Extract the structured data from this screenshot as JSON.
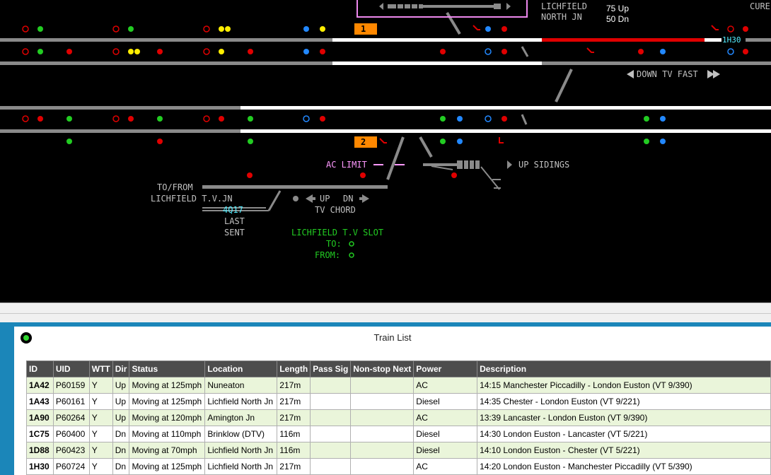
{
  "diagram": {
    "junction_name": [
      "LICHFIELD",
      "NORTH JN"
    ],
    "counts": [
      "75 Up",
      "50 Dn"
    ],
    "edge_label": "CURE",
    "berth_1h30": "1H30",
    "platform_1": "1",
    "platform_2": "2",
    "down_tv_fast": "DOWN TV FAST",
    "ac_limit": "AC LIMIT",
    "up_sidings": "UP SIDINGS",
    "to_from": "TO/FROM",
    "lichfield_tvjn": "LICHFIELD T.V.JN",
    "berth_4q17": "4Q17",
    "last": "LAST",
    "sent": "SENT",
    "up_label": "UP",
    "dn_label": "DN",
    "tv_chord": "TV CHORD",
    "slot_title": "LICHFIELD T.V SLOT",
    "slot_to": "TO:",
    "slot_from": "FROM:"
  },
  "train_list": {
    "title": "Train List",
    "columns": [
      "ID",
      "UID",
      "WTT",
      "Dir",
      "Status",
      "Location",
      "Length",
      "Pass Sig",
      "Non-stop Next",
      "Power",
      "Description"
    ],
    "rows": [
      [
        "1A42",
        "P60159",
        "Y",
        "Up",
        "Moving at 125mph",
        "Nuneaton",
        "217m",
        "",
        "",
        "AC",
        "14:15 Manchester Piccadilly - London Euston (VT 9/390)"
      ],
      [
        "1A43",
        "P60161",
        "Y",
        "Up",
        "Moving at 125mph",
        "Lichfield North Jn",
        "217m",
        "",
        "",
        "Diesel",
        "14:35 Chester - London Euston (VT 9/221)"
      ],
      [
        "1A90",
        "P60264",
        "Y",
        "Up",
        "Moving at 120mph",
        "Amington Jn",
        "217m",
        "",
        "",
        "AC",
        "13:39 Lancaster - London Euston (VT 9/390)"
      ],
      [
        "1C75",
        "P60400",
        "Y",
        "Dn",
        "Moving at 110mph",
        "Brinklow (DTV)",
        "116m",
        "",
        "",
        "Diesel",
        "14:30 London Euston - Lancaster (VT 5/221)"
      ],
      [
        "1D88",
        "P60423",
        "Y",
        "Dn",
        "Moving at 70mph",
        "Lichfield North Jn",
        "116m",
        "",
        "",
        "Diesel",
        "14:10 London Euston - Chester (VT 5/221)"
      ],
      [
        "1H30",
        "P60724",
        "Y",
        "Dn",
        "Moving at 125mph",
        "Lichfield North Jn",
        "217m",
        "",
        "",
        "AC",
        "14:20 London Euston - Manchester Piccadilly (VT 5/390)"
      ]
    ]
  }
}
